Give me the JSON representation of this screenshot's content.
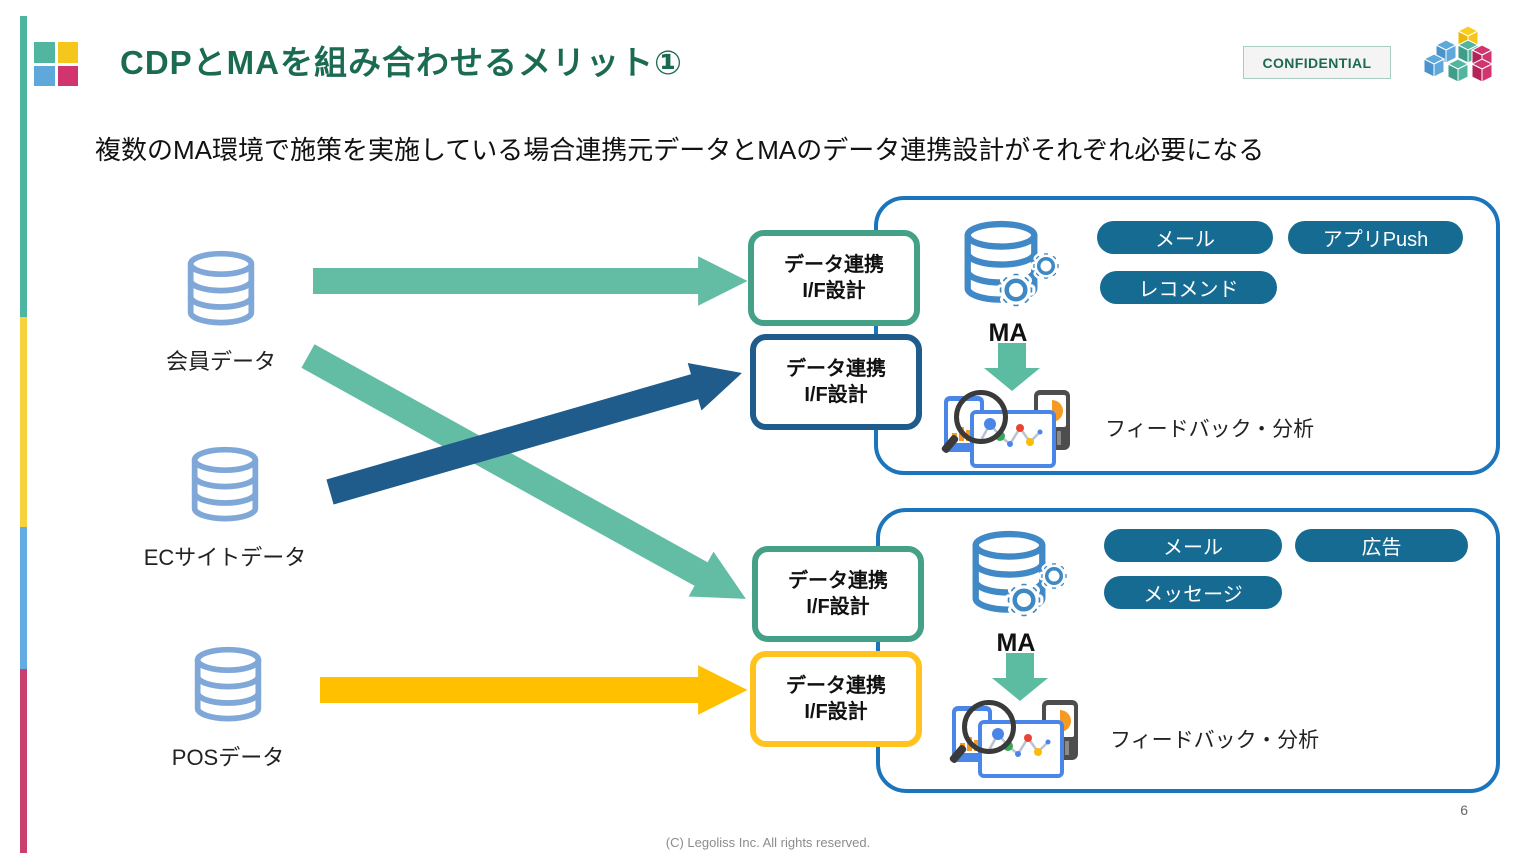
{
  "page": {
    "title": "CDPとMAを組み合わせるメリット①",
    "confidential": "CONFIDENTIAL",
    "subtitle": "複数のMA環境で施策を実施している場合連携元データとMAのデータ連携設計がそれぞれ必要になる",
    "page_number": "6",
    "copyright": "(C) Legoliss Inc. All rights reserved."
  },
  "sources": [
    {
      "label": "会員データ"
    },
    {
      "label": "ECサイトデータ"
    },
    {
      "label": "POSデータ"
    }
  ],
  "if_boxes": [
    {
      "line1": "データ連携",
      "line2": "I/F設計",
      "accent": "#44A188"
    },
    {
      "line1": "データ連携",
      "line2": "I/F設計",
      "accent": "#1F5C8B"
    },
    {
      "line1": "データ連携",
      "line2": "I/F設計",
      "accent": "#44A188"
    },
    {
      "line1": "データ連携",
      "line2": "I/F設計",
      "accent": "#FFC21E"
    }
  ],
  "ma_groups": [
    {
      "label": "MA",
      "channels": [
        "メール",
        "アプリPush",
        "レコメンド"
      ],
      "feedback_label": "フィードバック・分析"
    },
    {
      "label": "MA",
      "channels": [
        "メール",
        "広告",
        "メッセージ"
      ],
      "feedback_label": "フィードバック・分析"
    }
  ],
  "icons": {
    "database": "database-icon",
    "gears": "gear-icon",
    "down_arrow": "down-arrow-icon",
    "analytics": "analytics-dashboard-icon",
    "magnifier": "magnifier-icon",
    "cube_logo": "cube-blocks-logo-icon"
  },
  "colors": {
    "title_green": "#1B6A52",
    "arrow_teal": "#63BCA4",
    "arrow_dark_blue": "#1F5C8B",
    "arrow_yellow": "#FFC000",
    "container_border_blue": "#1B75BC",
    "pill_blue": "#166B92",
    "source_db_blue": "#7FA8D9",
    "ma_db_blue": "#4189C6",
    "accent_bar": [
      "#4DB6A0",
      "#F6D23D",
      "#62ABE3",
      "#C9406E"
    ]
  }
}
